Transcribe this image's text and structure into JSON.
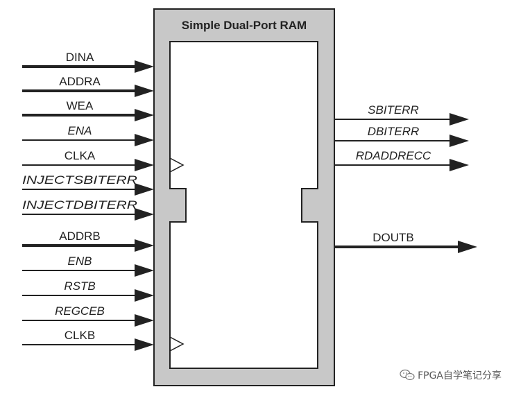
{
  "block": {
    "title": "Simple Dual-Port RAM"
  },
  "inputs": [
    {
      "name": "DINA",
      "bus": true,
      "italic": false,
      "overline": false
    },
    {
      "name": "ADDRA",
      "bus": true,
      "italic": false,
      "overline": false
    },
    {
      "name": "WEA",
      "bus": true,
      "italic": false,
      "overline": false
    },
    {
      "name": "ENA",
      "bus": false,
      "italic": true,
      "overline": false
    },
    {
      "name": "CLKA",
      "bus": false,
      "italic": false,
      "overline": false
    },
    {
      "name": "INJECTSBITERR",
      "bus": false,
      "italic": true,
      "overline": false
    },
    {
      "name": "INJECTDBITERR",
      "bus": false,
      "italic": true,
      "overline": false
    },
    {
      "name": "ADDRB",
      "bus": true,
      "italic": false,
      "overline": false
    },
    {
      "name": "ENB",
      "bus": false,
      "italic": true,
      "overline": false
    },
    {
      "name": "RSTB",
      "bus": false,
      "italic": true,
      "overline": false
    },
    {
      "name": "REGCEB",
      "bus": false,
      "italic": true,
      "overline": false
    },
    {
      "name": "CLKB",
      "bus": false,
      "italic": false,
      "overline": false
    }
  ],
  "outputs": [
    {
      "name": "SBITERR",
      "bus": false,
      "italic": true
    },
    {
      "name": "DBITERR",
      "bus": false,
      "italic": true
    },
    {
      "name": "RDADDRECC",
      "bus": false,
      "italic": true
    },
    {
      "name": "DOUTB",
      "bus": true,
      "italic": false
    }
  ],
  "watermark": {
    "text": "FPGA自学笔记分享",
    "icon": "wechat-icon"
  },
  "colors": {
    "frame": "#c8c8c8",
    "stroke": "#222222",
    "background": "#ffffff"
  }
}
